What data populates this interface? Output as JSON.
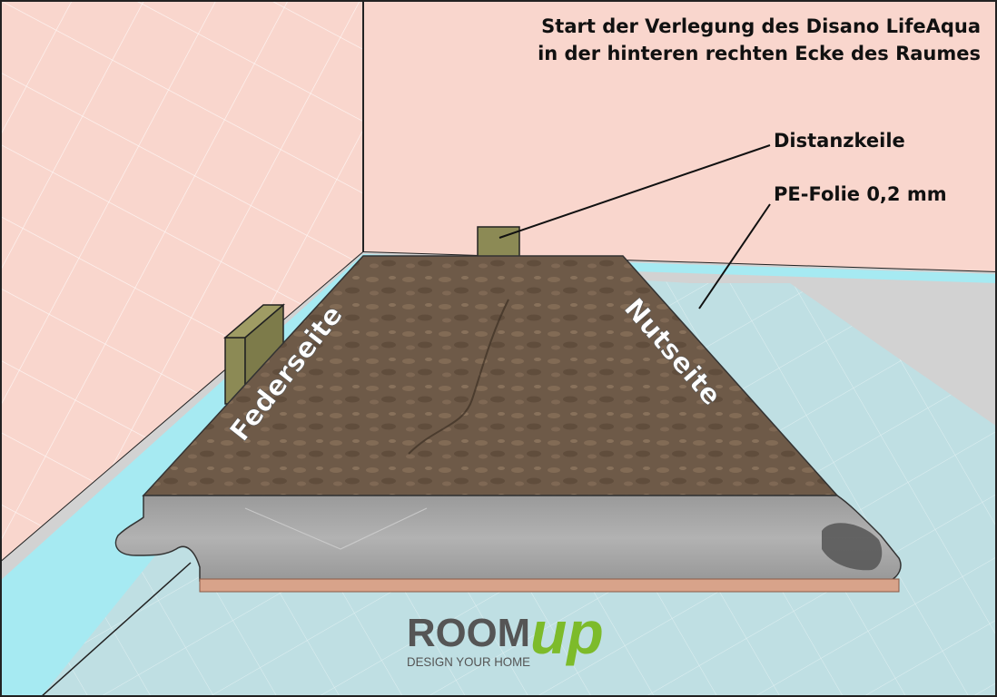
{
  "title_lines": [
    "Start der Verlegung  des Disano LifeAqua",
    "in der hinteren rechten Ecke des Raumes"
  ],
  "callouts": {
    "distance_wedges": "Distanzkeile",
    "pe_foil": "PE-Folie 0,2 mm"
  },
  "plank_sides": {
    "tongue_side": "Federseite",
    "groove_side": "Nutseite"
  },
  "logo": {
    "word": "ROOM",
    "accent": "up",
    "tagline": "DESIGN YOUR HOME"
  },
  "colors": {
    "wall": "#f9d6cd",
    "foil": "#a6eaf2",
    "floor": "#bfdfe3",
    "wood": "#6e5a48",
    "core": "#a4a4a4",
    "underlay": "#d8a38a",
    "wedge": "#8c8a55",
    "logo_grey": "#555555",
    "logo_green": "#7dbb2a"
  }
}
